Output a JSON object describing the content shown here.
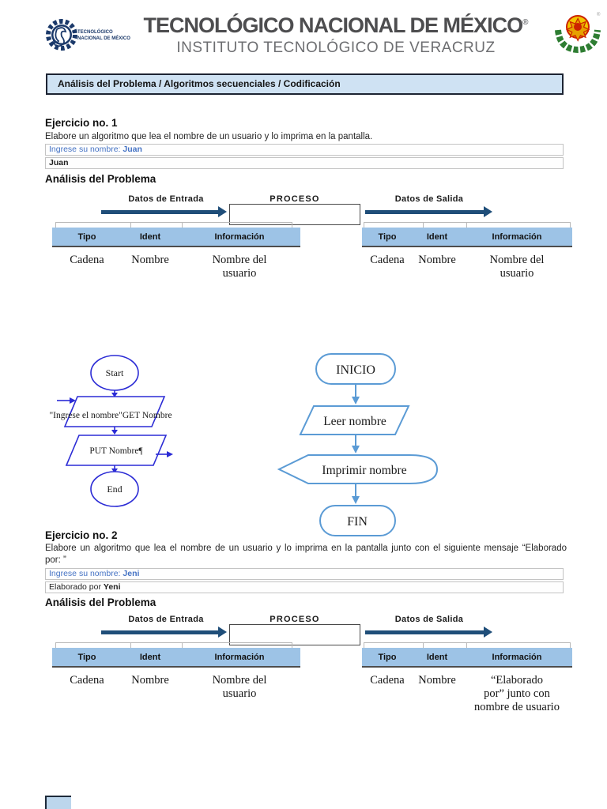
{
  "header": {
    "institution_title": "TECNOLÓGICO NACIONAL DE MÉXICO",
    "registered_mark": "®",
    "institution_subtitle": "INSTITUTO TECNOLÓGICO DE VERACRUZ",
    "tecnm_logo_line1": "TECNOLÓGICO",
    "tecnm_logo_line2": "NACIONAL DE MÉXICO."
  },
  "title_bar": {
    "text": "Análisis del Problema / Algoritmos secuenciales / Codificación"
  },
  "exercise1": {
    "heading": "Ejercicio no. 1",
    "description": "Elabore un algoritmo que lea el nombre de un usuario y lo imprima en la pantalla.",
    "console_input_prompt": "Ingrese su nombre: ",
    "console_input_value": "Juan",
    "console_output": "Juan",
    "analysis_heading": "Análisis del Problema"
  },
  "io_diagram1": {
    "input_label": "Datos de Entrada",
    "process_label": "PROCESO",
    "output_label": "Datos de Salida",
    "input_table": {
      "col_tipo": "Tipo",
      "col_ident": "Ident",
      "col_info": "Información",
      "tipo": "Cadena",
      "ident": "Nombre",
      "info_line1": "Nombre del",
      "info_line2": "usuario",
      "info_line3": ""
    },
    "output_table": {
      "col_tipo": "Tipo",
      "col_ident": "Ident",
      "col_info": "Información",
      "tipo": "Cadena",
      "ident": "Nombre",
      "info_line1": "Nombre del",
      "info_line2": "usuario",
      "info_line3": ""
    }
  },
  "flowchart_raptor": {
    "start_label": "Start",
    "io_text": "\"Ingrese el nombre\"GET Nombre",
    "output_text": "PUT Nombre¶",
    "end_label": "End"
  },
  "flowchart_standard": {
    "start_label": "INICIO",
    "read_text": "Leer nombre",
    "print_text": "Imprimir nombre",
    "end_label": "FIN"
  },
  "exercise2": {
    "heading": "Ejercicio no. 2",
    "description_line1": "Elabore un algoritmo que lea el nombre de un usuario y lo imprima en la pantalla junto con el siguiente mensaje “Elaborado",
    "description_line2": "por: ”",
    "console_input_prompt": "Ingrese su nombre: ",
    "console_input_value": "Jeni",
    "console_output_prefix": "Elaborado por ",
    "console_output_name": "Yeni",
    "analysis_heading": "Análisis del Problema"
  },
  "io_diagram2": {
    "input_label": "Datos de Entrada",
    "process_label": "PROCESO",
    "output_label": "Datos de Salida",
    "input_table": {
      "col_tipo": "Tipo",
      "col_ident": "Ident",
      "col_info": "Información",
      "tipo": "Cadena",
      "ident": "Nombre",
      "info_line1": "Nombre del",
      "info_line2": "usuario",
      "info_line3": ""
    },
    "output_table": {
      "col_tipo": "Tipo",
      "col_ident": "Ident",
      "col_info": "Información",
      "tipo": "Cadena",
      "ident": "Nombre",
      "info_line1": "“Elaborado",
      "info_line2": "por” junto con",
      "info_line3": "nombre de usuario"
    }
  },
  "colors": {
    "accent_arrow": "#1F4E79",
    "table_header_bg": "#9DC3E6",
    "title_bar_bg": "#CFE2F3",
    "raptor_blue": "#2B2BD5",
    "flowchart_blue": "#5B9BD5",
    "console_text_blue": "#4472C4"
  }
}
